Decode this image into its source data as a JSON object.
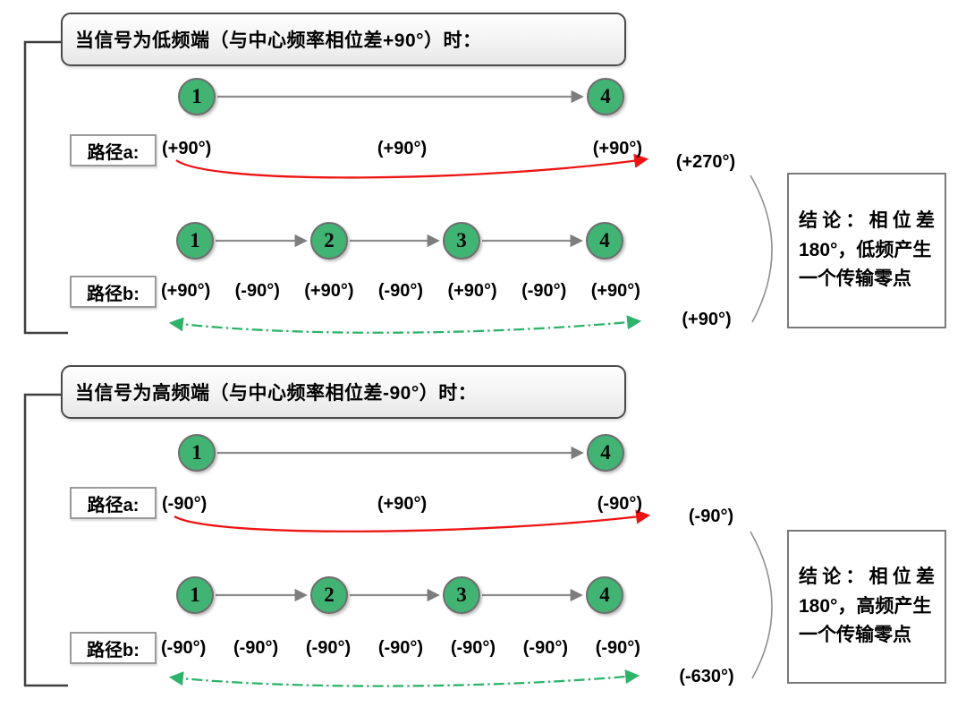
{
  "colors": {
    "node_fill": "#41b373",
    "red_arrow": "#ee1414",
    "green_arrow": "#2eb36a"
  },
  "sections": [
    {
      "header": "当信号为低频端（与中心频率相位差+90°）时：",
      "path_a": {
        "label": "路径a:",
        "nodes": [
          "1",
          "4"
        ],
        "phases": [
          "(+90°)",
          "(+90°)",
          "(+90°)"
        ],
        "sum": "(+270°)"
      },
      "path_b": {
        "label": "路径b:",
        "nodes": [
          "1",
          "2",
          "3",
          "4"
        ],
        "phases": [
          "(+90°)",
          "(-90°)",
          "(+90°)",
          "(-90°)",
          "(+90°)",
          "(-90°)",
          "(+90°)"
        ],
        "sum": "(+90°)"
      },
      "conclusion": {
        "line1": "结论：相位差",
        "line2": "180°，低频产生",
        "line3": "一个传输零点"
      }
    },
    {
      "header": "当信号为高频端（与中心频率相位差-90°）时：",
      "path_a": {
        "label": "路径a:",
        "nodes": [
          "1",
          "4"
        ],
        "phases": [
          "(-90°)",
          "(+90°)",
          "(-90°)"
        ],
        "sum": "(-90°)"
      },
      "path_b": {
        "label": "路径b:",
        "nodes": [
          "1",
          "2",
          "3",
          "4"
        ],
        "phases": [
          "(-90°)",
          "(-90°)",
          "(-90°)",
          "(-90°)",
          "(-90°)",
          "(-90°)",
          "(-90°)"
        ],
        "sum": "(-630°)"
      },
      "conclusion": {
        "line1": "结论：相位差",
        "line2": "180°，高频产生",
        "line3": "一个传输零点"
      }
    }
  ]
}
